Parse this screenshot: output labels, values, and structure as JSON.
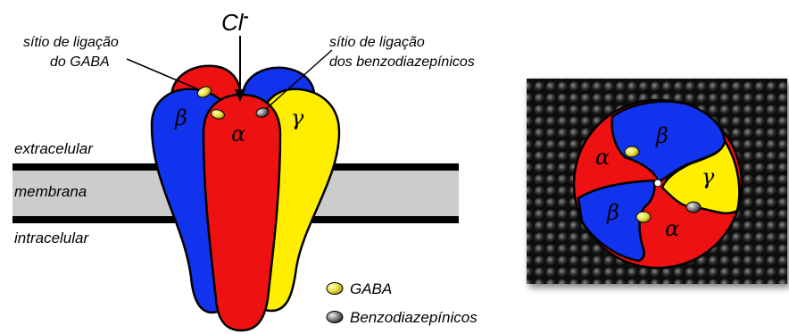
{
  "labels": {
    "ion": "Cl",
    "ion_charge": "-",
    "gaba_site_line1": "sítio de ligação",
    "gaba_site_line2": "do GABA",
    "bzd_site_line1": "sítio de ligação",
    "bzd_site_line2": "dos benzodiazepínicos",
    "extracellular": "extracelular",
    "membrane": "membrana",
    "intracellular": "intracelular"
  },
  "subunits": {
    "alpha": "α",
    "beta": "β",
    "gamma": "γ"
  },
  "legend": [
    {
      "label": "GABA",
      "color": "#e6dc3a"
    },
    {
      "label": "Benzodiazepínicos",
      "color": "#777777"
    }
  ],
  "colors": {
    "alpha": "#ee1111",
    "beta": "#1133ee",
    "gamma": "#ffee00",
    "membrane": "#cccccc",
    "background_lattice": "#111111"
  }
}
